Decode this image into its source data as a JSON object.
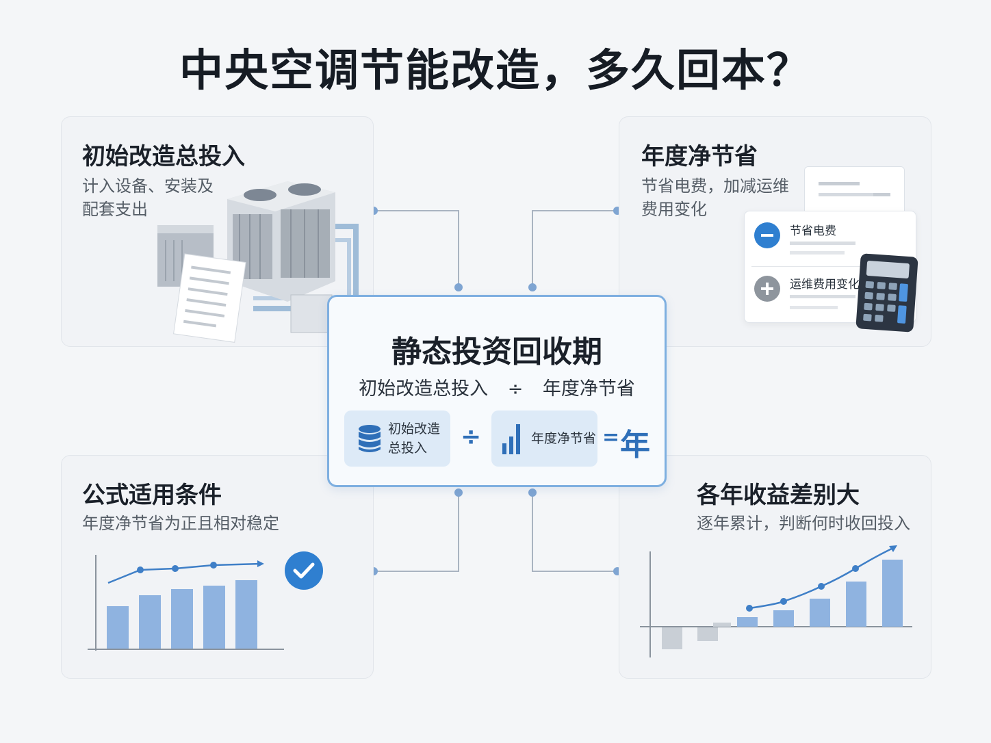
{
  "title": "中央空调节能改造，多久回本？",
  "cards": {
    "investment": {
      "title": "初始改造总投入",
      "subtitle_line1": "计入设备、安装及",
      "subtitle_line2": "配套支出"
    },
    "savings": {
      "title": "年度净节省",
      "subtitle_line1": "节省电费，加减运维",
      "subtitle_line2": "费用变化",
      "receipt_item1": "节省电费",
      "receipt_item2": "运维费用变化"
    },
    "conditions": {
      "title": "公式适用条件",
      "subtitle": "年度净节省为正且相对稳定"
    },
    "variance": {
      "title": "各年收益差别大",
      "subtitle": "逐年累计，判断何时收回投入"
    }
  },
  "center": {
    "title": "静态投资回收期",
    "formula_left": "初始改造总投入",
    "formula_op": "÷",
    "formula_right": "年度净节省",
    "pill1_line1": "初始改造",
    "pill1_line2": "总投入",
    "divide": "÷",
    "pill2": "年度净节省",
    "equals": "=",
    "result": "年"
  },
  "colors": {
    "accent": "#2f6fb8",
    "bar": "#8fb3e0",
    "line": "#3f7fc7",
    "connector": "#a9b4c1"
  },
  "icons": {
    "investment": "hvac-unit-illustration",
    "savings": "calculator-receipt-illustration",
    "conditions": "check-circle-icon",
    "pill1": "database-icon",
    "pill2": "bar-chart-icon"
  }
}
